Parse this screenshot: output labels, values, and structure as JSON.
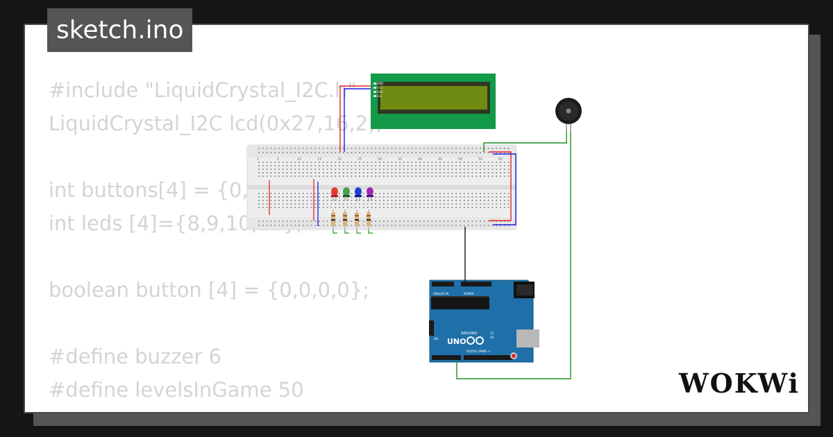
{
  "tab": {
    "filename": "sketch.ino"
  },
  "code_lines": [
    "#include \"LiquidCrystal_I2C.h\"",
    "LiquidCrystal_I2C lcd(0x27,16,2);",
    "",
    "int buttons[4] = {0,0,0,0};",
    "int leds [4]={8,9,10,11};",
    "",
    "boolean button [4] = {0,0,0,0};",
    "",
    "#define buzzer 6",
    "#define levelsInGame 50"
  ],
  "diagram": {
    "lcd": {
      "pins": [
        "GND",
        "VCC",
        "SDA",
        "SCL"
      ]
    },
    "leds": [
      {
        "color": "#e53935"
      },
      {
        "color": "#43a047"
      },
      {
        "color": "#1e3fd6"
      },
      {
        "color": "#9c27b0"
      }
    ],
    "arduino": {
      "model": "UNO",
      "brand": "ARDUINO",
      "power_label": "POWER",
      "analog_label": "ANALOG IN",
      "digital_label": "DIGITAL (PWM ~)",
      "tx_label": "TX",
      "rx_label": "RX",
      "on_label": "ON"
    },
    "wire_colors": {
      "red": "#e8242a",
      "blue": "#1a1ae6",
      "green": "#1f8f1f",
      "black": "#111111"
    }
  },
  "brand": {
    "logo_text": "WOKWi"
  }
}
